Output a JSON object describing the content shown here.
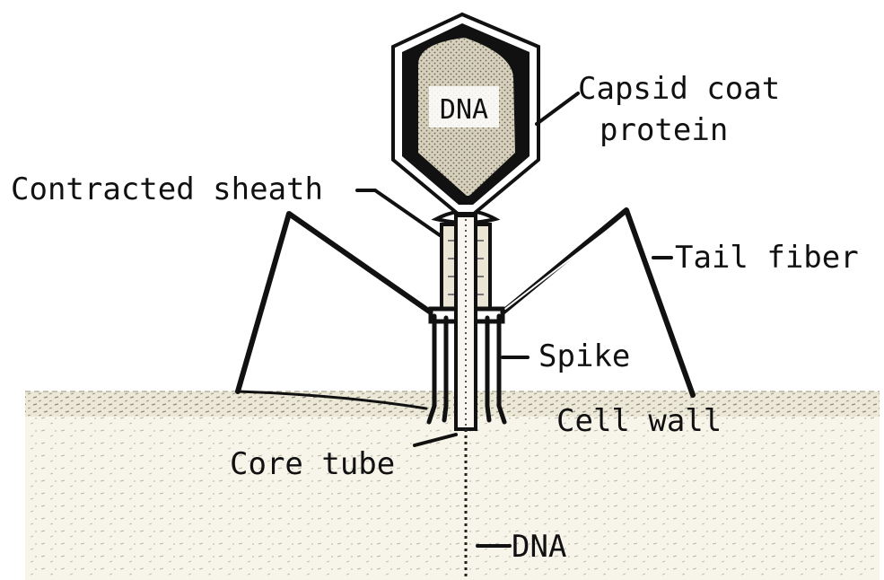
{
  "labels": {
    "dna_inside": "DNA",
    "capsid_line1": "Capsid coat",
    "capsid_line2": "protein",
    "contracted_sheath": "Contracted sheath",
    "tail_fiber": "Tail fiber",
    "spike": "Spike",
    "cell_wall": "Cell wall",
    "core_tube": "Core tube",
    "dna_injected": "DNA"
  },
  "colors": {
    "ink": "#111111",
    "paper": "#ffffff",
    "cell_fill": "#f5f2e6",
    "capsid_fill": "#d9d4c2"
  }
}
